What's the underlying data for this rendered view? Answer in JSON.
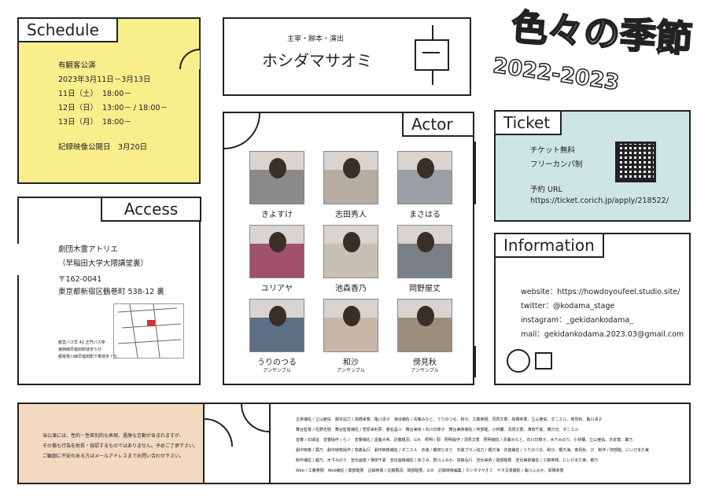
{
  "schedule": {
    "tab": "Schedule",
    "title": "有観客公演",
    "dates": "2023年3月11日－3月13日",
    "rows": [
      {
        "day": "11日（土）",
        "times": "18:00－"
      },
      {
        "day": "12日（日）",
        "times": "13:00－ / 18:00－"
      },
      {
        "day": "13日（月）",
        "times": "18:00－"
      }
    ],
    "archive": "記録映像公開日　3月20日"
  },
  "director": {
    "role": "主宰・脚本・演出",
    "name": "ホシダマサオミ"
  },
  "logo": {
    "title": "色々の季節",
    "years": "2022-2023"
  },
  "access": {
    "tab": "Access",
    "venue": "劇団木霊アトリエ",
    "venue_note": "（早稲田大学大隈講堂裏）",
    "zip": "〒162-0041",
    "address": "東京都新宿区鶴巻町 538-12 裏",
    "map_notes": [
      "都営バス早 42 正門バス停",
      "東西線早稲田駅徒歩５分",
      "都電荒川線早稲田駅下車徒歩７分"
    ]
  },
  "actor": {
    "tab": "Actor",
    "members": [
      {
        "name": "きよすけ",
        "sub": ""
      },
      {
        "name": "志田秀人",
        "sub": ""
      },
      {
        "name": "まさはる",
        "sub": ""
      },
      {
        "name": "ユリアヤ",
        "sub": ""
      },
      {
        "name": "池森香乃",
        "sub": ""
      },
      {
        "name": "岡野屋丈",
        "sub": ""
      },
      {
        "name": "うりのつる",
        "sub": "アンサンブル"
      },
      {
        "name": "和沙",
        "sub": "アンサンブル"
      },
      {
        "name": "傍見秋",
        "sub": "アンサンブル"
      }
    ]
  },
  "ticket": {
    "tab": "Ticket",
    "price": "チケット無料",
    "kanpa": "フリーカンパ制",
    "reserve_label": "予約 URL",
    "url": "https://ticket.corich.jp/apply/218522/"
  },
  "information": {
    "tab": "Information",
    "website": "website：https://howdoyoufeel.studio.site/",
    "twitter": "twitter：@kodama_stage",
    "instagram": "instagram：_gekidankodama_",
    "mail": "mail：gekidankodama.2023.03@gmail.com"
  },
  "notice": {
    "lines": [
      "当公演には、性的・性差別的な表現、過激な言動が含まれますが、",
      "その傷も行為を助長・容認するものではありません。予めご了承下さい。",
      "ご観劇に不安のある方はメールアドレスまでお問い合わせ下さい。"
    ]
  },
  "staff": {
    "lines": [
      "主宰補佐 / 立山亜佑　脚本協力 / 高橋幸寛、亀川凛子　演出補佐 / 青藤みなと、うりのつる、和沙、工藤英翔、須貝文香、高橋幸寛、立山亜佑、ダニエル、傍見秋、亀川凛子",
      "舞台監督 / 佐野史樹　舞台監督補佐 / 菅原来利夢、春名昌斗　舞台美術 / 石川日菜子　舞台美術補佐 / 阿部睦、小林蘭、須貝文香、薄田千夏、橋爪光、ダニエル",
      "音響 / 石城遥　音響操作 / らノ　音響補佐 / 遠藤大希、近藤楓羽、公⑥　照明 / 薊　照明操作 / 須貝文香　照明補佐 / 青藤みなと、石川日菜子、木下みのり、小林蘭、立山亜佑、井倉寛、聚乃",
      "劇中映像 / 蔵乃　劇中映像操作 / 高森弘行　劇中映像補佐 / ダニエル　衣装 / 藤田ひまり　衣装プラン協力 / 橋爪海　衣装補佐 / うりのつる、和沙、橋爪海、傍見秋、び　制作 / 阿部睦、にいびま久実",
      "制作補佐 / 越乃、木下みのり　宣伝画像 / 薄田千夏　宣伝画像補佐 / あさみ、数川ふみか、高森弘行　宣伝美術 / 関部睦香　宣伝美術補佐 / 工藤英翔、にいびま久実、聚乃",
      "Web / 工藤英翔　Web補佐 / 関部睦香　記録映像 / 近藤楓羽、関部睦香、公⑥　記録映像編集 / ホシダマサオミ　ゲネ写真撮影 / 亀川ふみか、高橋幸寛"
    ]
  },
  "colors": {
    "schedule_bg": "#f8ee8c",
    "ticket_bg": "#cde5e3",
    "notice_bg": "#f3d9c2",
    "ink": "#222222"
  }
}
